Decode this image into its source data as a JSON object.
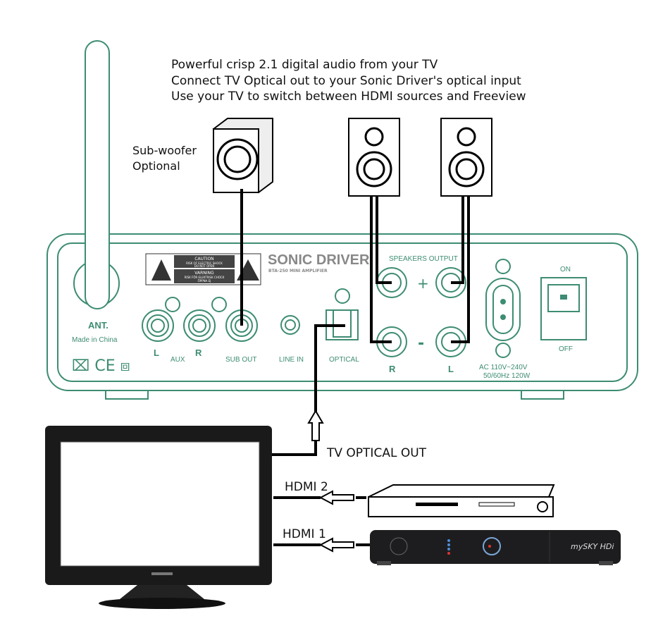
{
  "header_lines": [
    "Powerful crisp 2.1 digital audio from your TV",
    "Connect TV Optical out to your Sonic Driver's optical input",
    "Use your TV to switch between HDMI sources and Freeview"
  ],
  "subwoofer_label": [
    "Sub-woofer",
    "Optional"
  ],
  "amplifier": {
    "brand": "SONIC DRIVER",
    "model": "BTA-250 MINI AMPLIFIER",
    "caution": [
      "CAUTION",
      "RISK OF ELECTRIC SHOCK",
      "DO NOT OPEN",
      "VARNING",
      "RISK FÖR ELEKTRISK CHOCK",
      "ÖPPNA EJ"
    ],
    "antenna": "ANT.",
    "made_in": "Made in China",
    "aux_l": "L",
    "aux_r": "R",
    "aux": "AUX",
    "sub_out": "SUB OUT",
    "line_in": "LINE IN",
    "optical": "OPTICAL",
    "speakers_output": "SPEAKERS OUTPUT",
    "plus": "+",
    "minus": "-",
    "spk_r": "R",
    "spk_l": "L",
    "power": [
      "AC 110V~240V",
      "50/60Hz 120W"
    ],
    "on": "ON",
    "off": "OFF"
  },
  "connections": {
    "optical": "TV OPTICAL OUT",
    "hdmi2": "HDMI 2",
    "hdmi1": "HDMI 1"
  },
  "devices": {
    "set_top_box": "mySKY HDi"
  },
  "colors": {
    "panel": "#3d8c73",
    "wire": "#000000"
  }
}
